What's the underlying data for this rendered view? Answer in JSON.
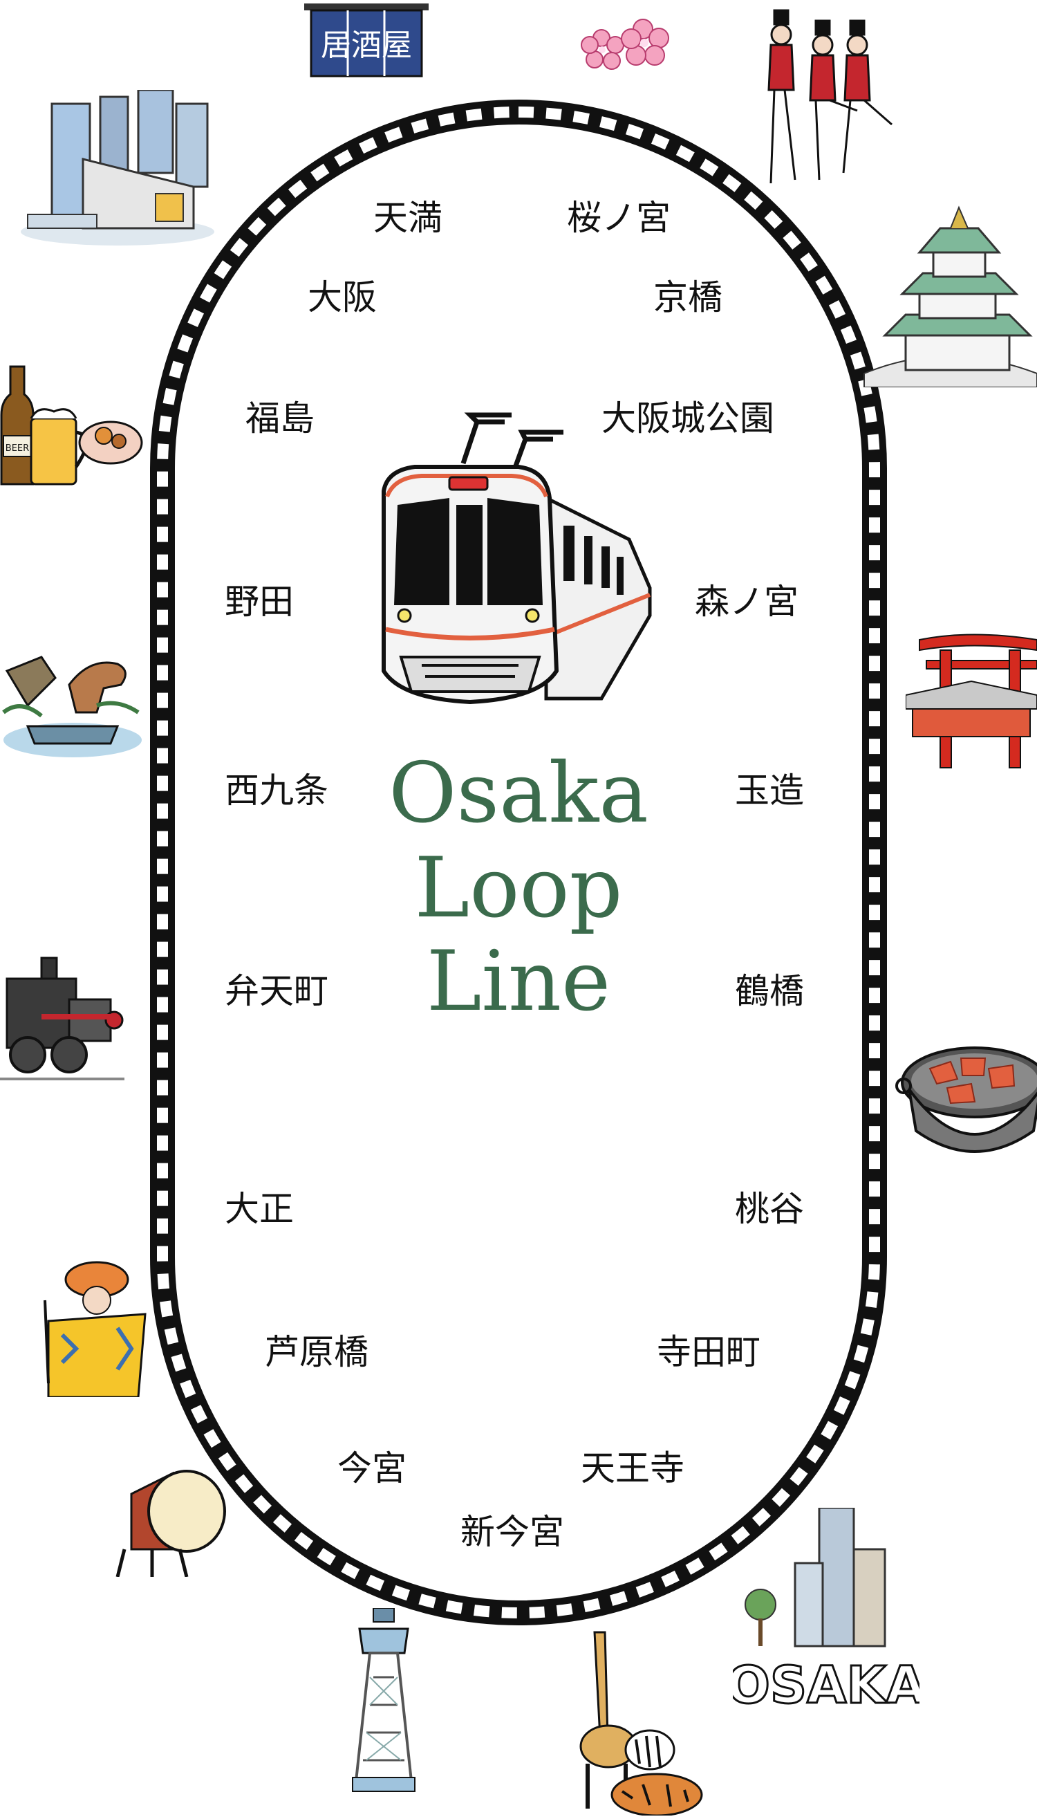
{
  "title": {
    "line1": "Osaka",
    "line2": "Loop",
    "line3": "Line"
  },
  "stations": [
    {
      "id": "tenma",
      "name": "天満"
    },
    {
      "id": "sakuranomiya",
      "name": "桜ノ宮"
    },
    {
      "id": "osaka",
      "name": "大阪"
    },
    {
      "id": "kyobashi",
      "name": "京橋"
    },
    {
      "id": "fukushima",
      "name": "福島"
    },
    {
      "id": "osakajokoen",
      "name": "大阪城公園"
    },
    {
      "id": "noda",
      "name": "野田"
    },
    {
      "id": "morinomiya",
      "name": "森ノ宮"
    },
    {
      "id": "nishikujo",
      "name": "西九条"
    },
    {
      "id": "tamatsukuri",
      "name": "玉造"
    },
    {
      "id": "bentencho",
      "name": "弁天町"
    },
    {
      "id": "tsuruhashi",
      "name": "鶴橋"
    },
    {
      "id": "taisho",
      "name": "大正"
    },
    {
      "id": "momodani",
      "name": "桃谷"
    },
    {
      "id": "ashiharabashi",
      "name": "芦原橋"
    },
    {
      "id": "teradacho",
      "name": "寺田町"
    },
    {
      "id": "imamiya",
      "name": "今宮"
    },
    {
      "id": "tennoji",
      "name": "天王寺"
    },
    {
      "id": "shinimamiya",
      "name": "新今宮"
    }
  ],
  "illustrations": {
    "izakaya_curtain": "居酒屋",
    "osaka_sign": "OSAKA",
    "beer_label": "BEER"
  },
  "colors": {
    "title_green": "#3b6b4c",
    "track_black": "#111111",
    "train_stripe": "#e2603f",
    "torii_red": "#d42a1f"
  }
}
